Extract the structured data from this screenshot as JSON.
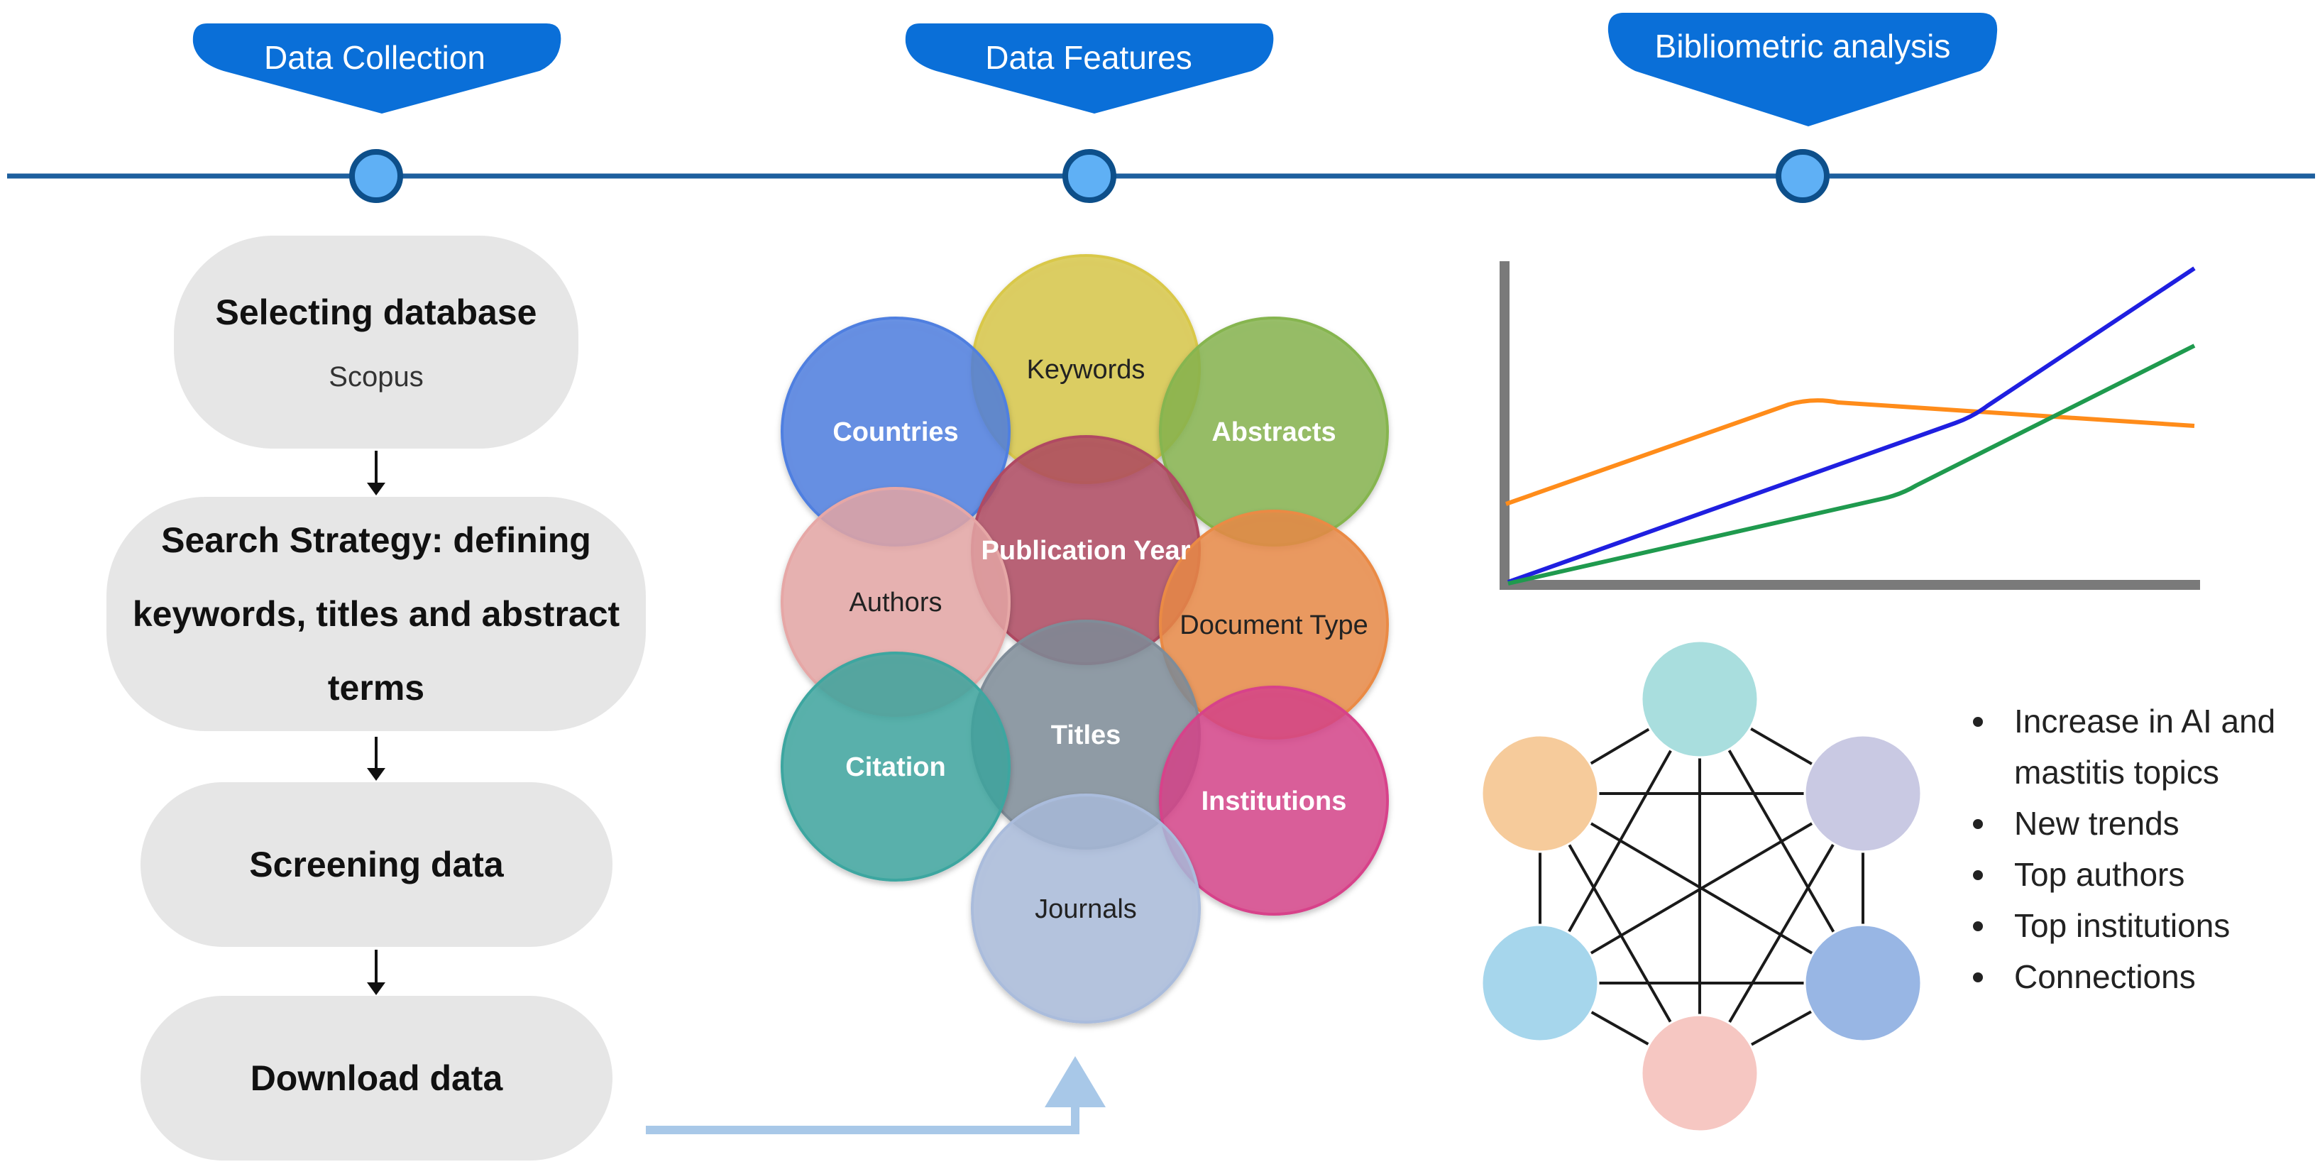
{
  "timeline": {
    "stages": [
      "Data Collection",
      "Data Features",
      "Bibliometric analysis"
    ]
  },
  "collection": {
    "step1_title": "Selecting database",
    "step1_sub": "Scopus",
    "step2_line1": "Search Strategy: defining",
    "step2_line2": "keywords, titles and abstract",
    "step2_line3": "terms",
    "step3_title": "Screening data",
    "step4_title": "Download data"
  },
  "features": [
    {
      "label": "Keywords",
      "color": "#d9c84a",
      "text_color": "#222222"
    },
    {
      "label": "Countries",
      "color": "#4f7fe0",
      "text_color": "#ffffff"
    },
    {
      "label": "Abstracts",
      "color": "#86b54f",
      "text_color": "#ffffff"
    },
    {
      "label": "Publication Year",
      "color": "#b04a62",
      "text_color": "#ffffff"
    },
    {
      "label": "Authors",
      "color": "#e6a7a6",
      "text_color": "#222222"
    },
    {
      "label": "Document Type",
      "color": "#ea8a45",
      "text_color": "#222222"
    },
    {
      "label": "Titles",
      "color": "#7f8c98",
      "text_color": "#ffffff"
    },
    {
      "label": "Citation",
      "color": "#3ea6a0",
      "text_color": "#ffffff"
    },
    {
      "label": "Institutions",
      "color": "#d7438a",
      "text_color": "#ffffff"
    },
    {
      "label": "Journals",
      "color": "#aabcdc",
      "text_color": "#222222"
    }
  ],
  "analysis": {
    "line_colors": [
      "#1f1fe0",
      "#1f9a4e",
      "#ff8c1a"
    ],
    "network_colors": [
      "#a9dede",
      "#f6cb9b",
      "#c9c9e3",
      "#a6d6ec",
      "#98b6e4",
      "#f6c7c2"
    ],
    "bullets": [
      "Increase in AI and mastitis topics",
      "New trends",
      "Top authors",
      "Top institutions",
      "Connections"
    ]
  }
}
